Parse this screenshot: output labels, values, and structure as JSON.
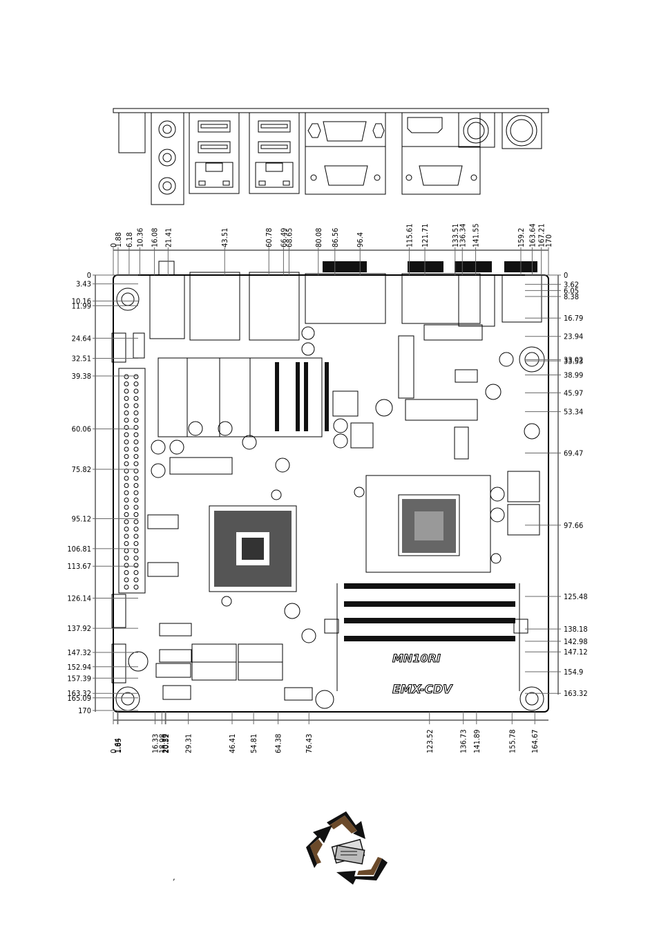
{
  "board_labels": {
    "model_a": "MN10RI",
    "model_b": "EMX-CDV"
  },
  "footer": {
    "mark": ","
  },
  "dimensions": {
    "top": [
      "0",
      "1.88",
      "6.18",
      "10.36",
      "16.08",
      "21.41",
      "43.51",
      "60.78",
      "66.49",
      "68.65",
      "80.08",
      "86.56",
      "96.4",
      "115.61",
      "121.71",
      "133.51",
      "136.34",
      "141.55",
      "159.2",
      "163.64",
      "167.21",
      "170"
    ],
    "left": [
      "0",
      "3.43",
      "10.16",
      "11.99",
      "24.64",
      "32.51",
      "39.38",
      "60.06",
      "75.82",
      "95.12",
      "106.81",
      "113.67",
      "126.14",
      "137.92",
      "147.32",
      "152.94",
      "157.39",
      "163.32",
      "165.09",
      "170"
    ],
    "right": [
      "0",
      "3.62",
      "6.05",
      "8.38",
      "16.79",
      "23.94",
      "33.02",
      "33.53",
      "38.99",
      "45.97",
      "53.34",
      "69.47",
      "97.66",
      "125.48",
      "138.18",
      "142.98",
      "147.12",
      "154.9",
      "163.32"
    ],
    "bottom": [
      "0",
      "1.64",
      "1.85",
      "16.33",
      "18.98",
      "20.29",
      "20.52",
      "29.31",
      "46.41",
      "54.81",
      "64.38",
      "76.43",
      "123.52",
      "136.73",
      "141.89",
      "155.78",
      "164.67"
    ]
  },
  "icons": [
    "recycle-icon"
  ]
}
